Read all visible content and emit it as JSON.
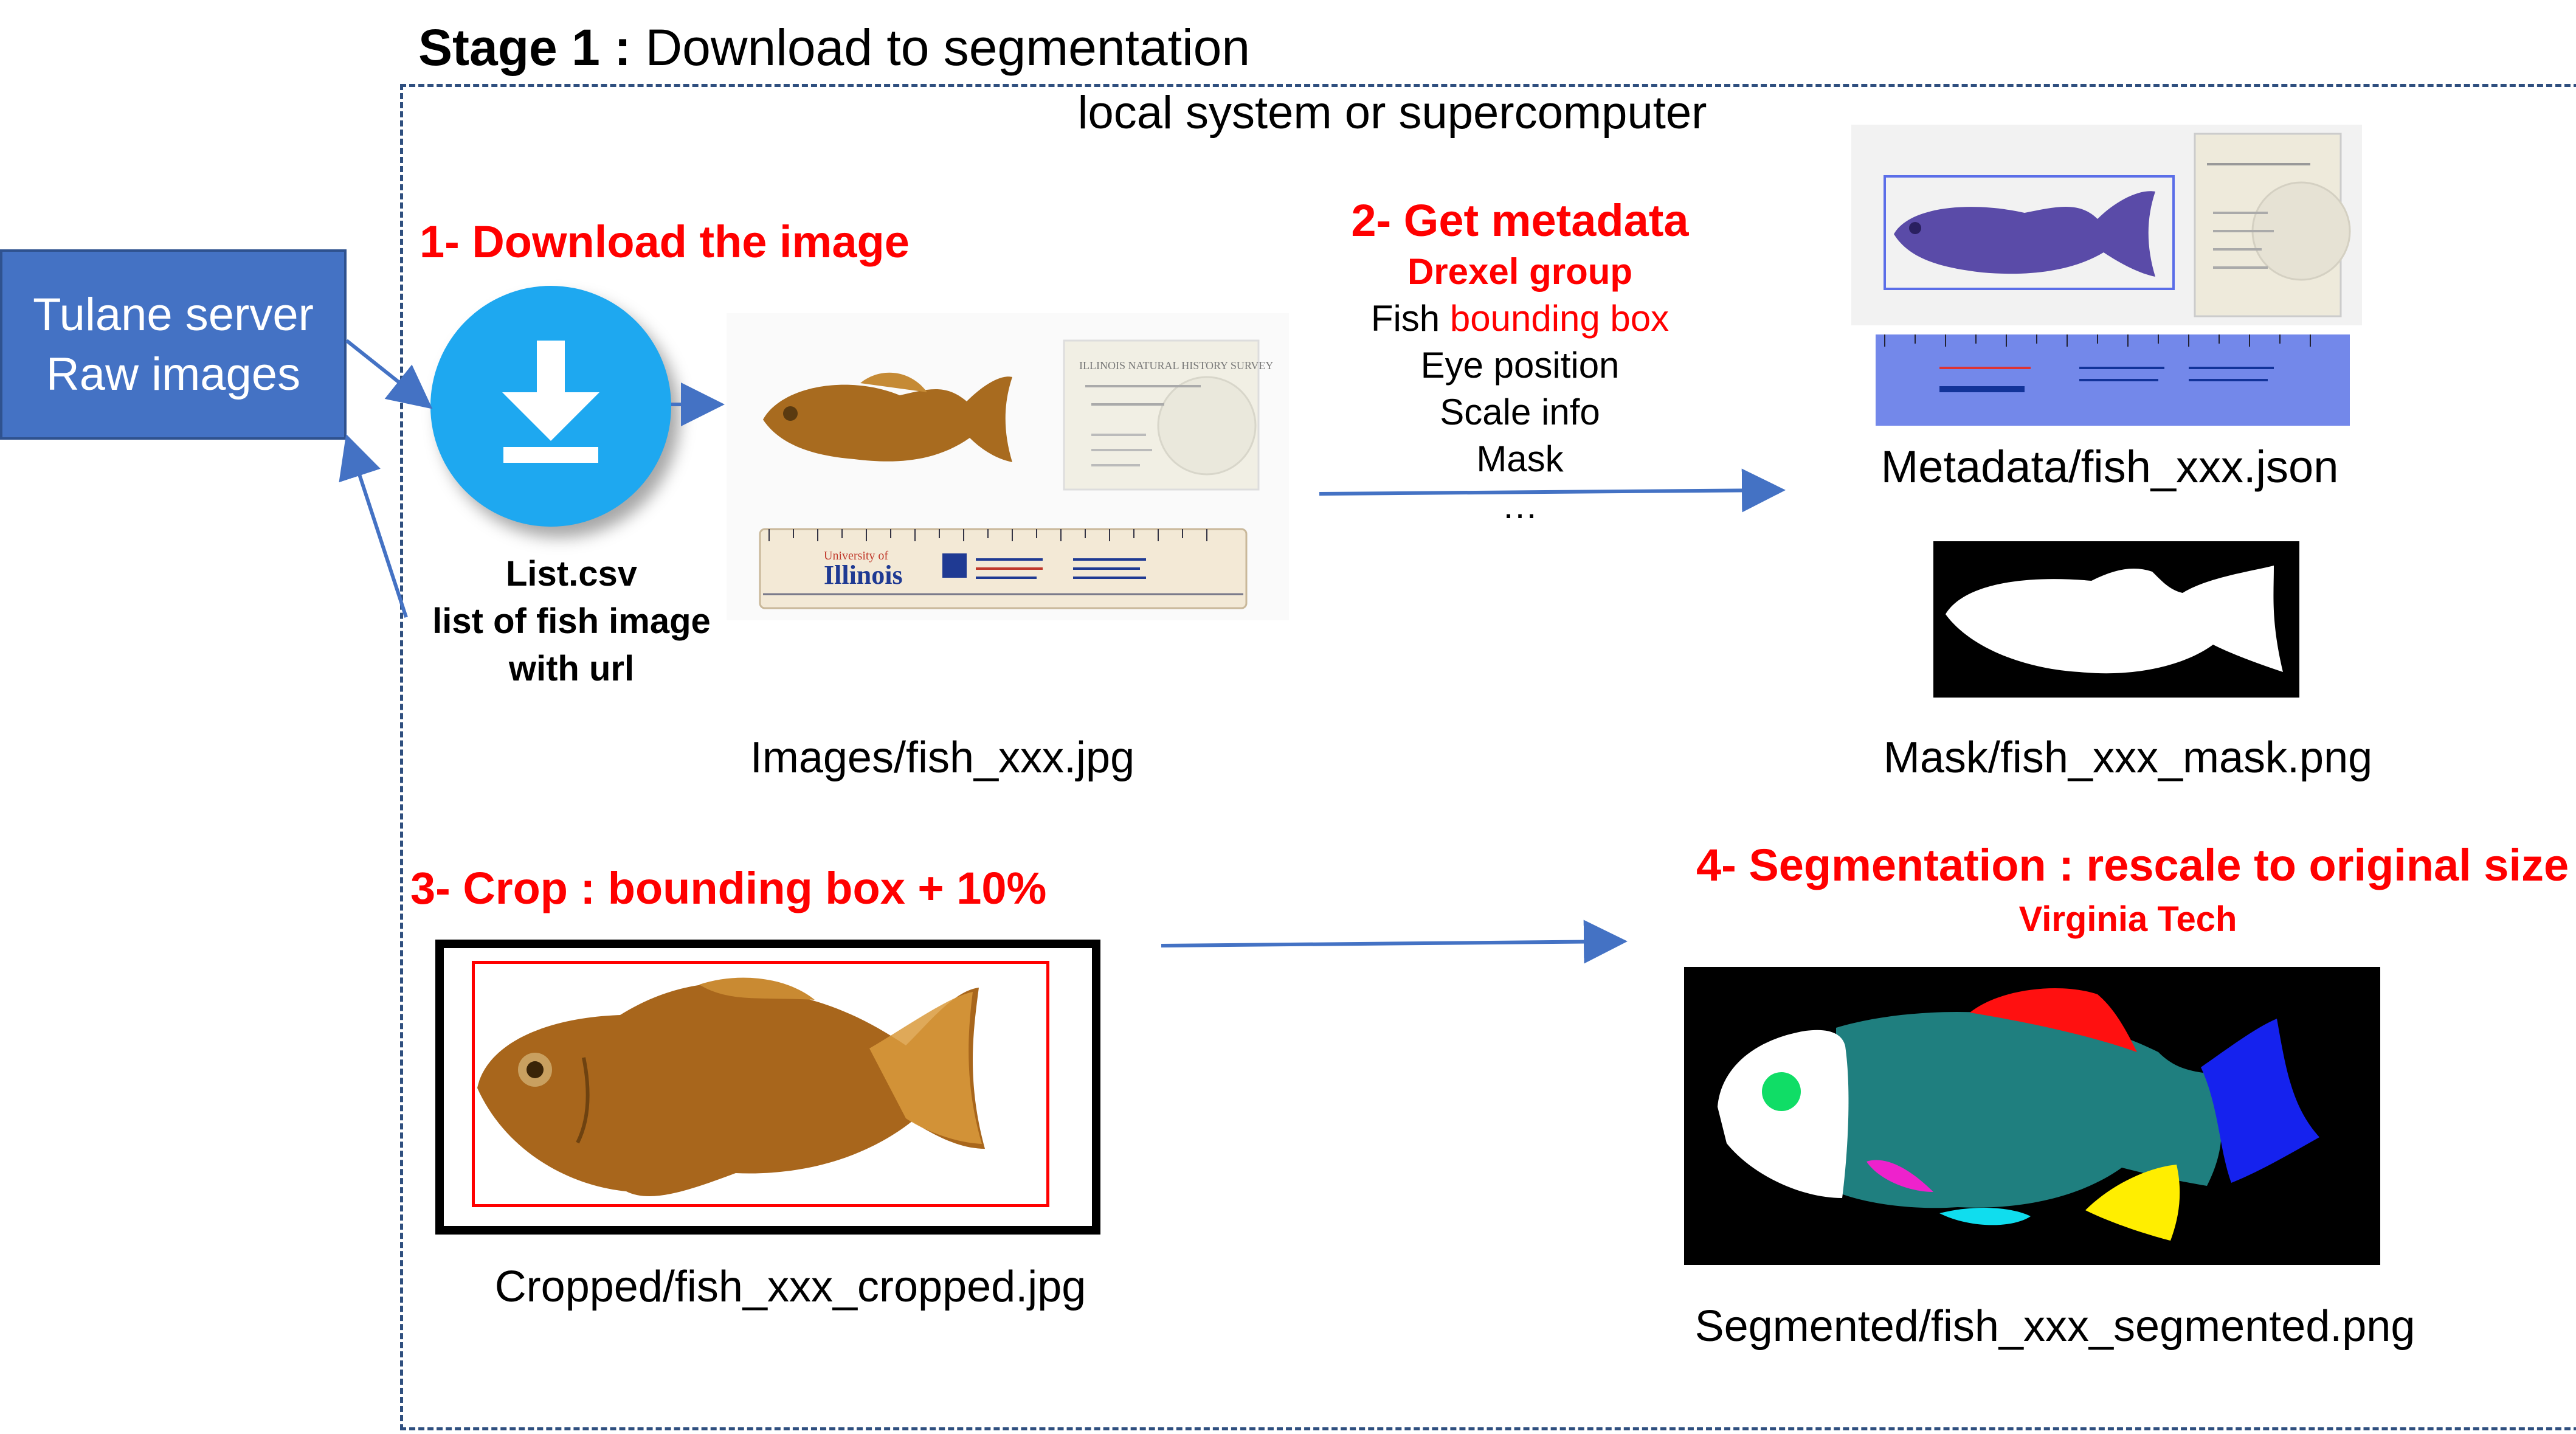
{
  "stage": {
    "title_bold": "Stage 1 :",
    "title_rest": "Download to segmentation",
    "system_label": "local system or supercomputer"
  },
  "server": {
    "line1": "Tulane  server",
    "line2": "Raw images"
  },
  "step1": {
    "title": "1- Download the image",
    "csv_line1": "List.csv",
    "csv_line2": "list of fish image",
    "csv_line3": "with url",
    "images_label": "Images/fish_xxx.jpg"
  },
  "step2": {
    "title": "2- Get metadata",
    "group": "Drexel group",
    "item1_prefix": "Fish ",
    "item1_highlight": "bounding box",
    "item2": "Eye position",
    "item3": "Scale info",
    "item4": "Mask",
    "item5": "…",
    "metadata_label": "Metadata/fish_xxx.json",
    "mask_label": "Mask/fish_xxx_mask.png"
  },
  "step3": {
    "title": "3- Crop : bounding box + 10%",
    "cropped_label": "Cropped/fish_xxx_cropped.jpg"
  },
  "step4": {
    "title": "4- Segmentation : rescale to original size",
    "group": "Virginia Tech",
    "segmented_label": "Segmented/fish_xxx_segmented.png"
  },
  "images": {
    "ruler_university": "University of",
    "ruler_name": "Illinois",
    "label_card": "ILLINOIS NATURAL HISTORY SURVEY"
  },
  "colors": {
    "accent_red": "#ff0000",
    "server_blue": "#4472c4",
    "arrow_blue": "#4472c4",
    "download_blue": "#1ea8f0"
  }
}
